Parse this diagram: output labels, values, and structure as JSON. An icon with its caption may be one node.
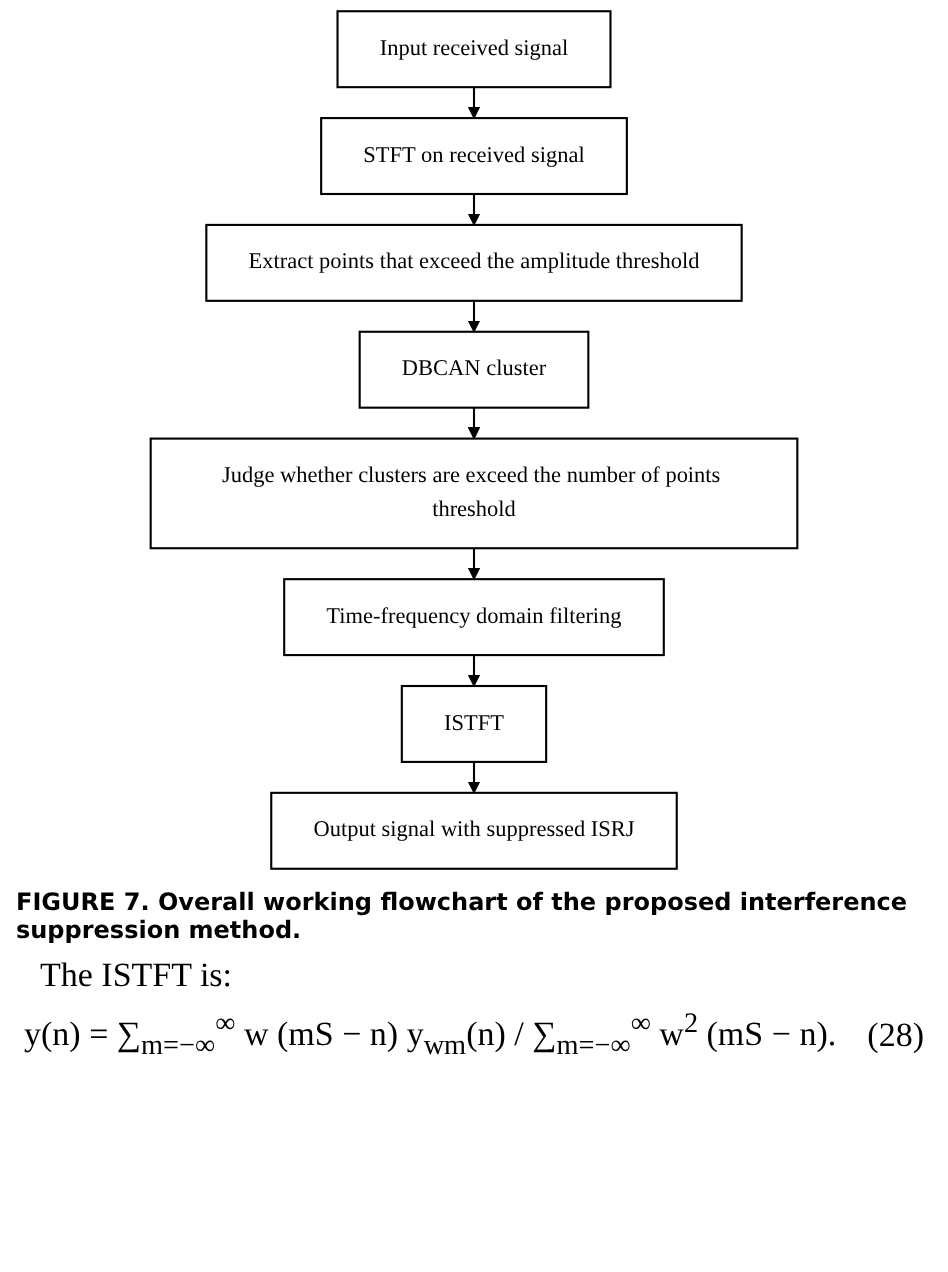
{
  "diagram": {
    "caption": "FIGURE 7. Overall working flowchart of the proposed interference suppression method.",
    "nodes": [
      {
        "text": [
          "Input received signal"
        ]
      },
      {
        "text": [
          "STFT on received signal"
        ]
      },
      {
        "text": [
          "Extract points that exceed the amplitude threshold"
        ]
      },
      {
        "text": [
          "DBCAN cluster"
        ]
      },
      {
        "text": [
          "Judge whether clusters are exceed the number of points threshold"
        ]
      },
      {
        "text": [
          "Time-frequency domain filtering"
        ]
      },
      {
        "text": [
          "ISTFT"
        ]
      },
      {
        "text": [
          "Output signal with suppressed ISRJ"
        ]
      }
    ],
    "edges": [
      {
        "from": 0,
        "to": 1,
        "arrow": "to"
      },
      {
        "from": 1,
        "to": 2,
        "arrow": "to"
      },
      {
        "from": 2,
        "to": 3,
        "arrow": "to"
      },
      {
        "from": 3,
        "to": 4,
        "arrow": "to"
      },
      {
        "from": 4,
        "to": 5,
        "arrow": "to"
      },
      {
        "from": 5,
        "to": 6,
        "arrow": "to"
      },
      {
        "from": 6,
        "to": 7,
        "arrow": "to"
      }
    ],
    "labels": [
      "The ISTFT is:",
      "y(n) = ∑$_{m=−∞}$$^{∞}$ w (mS − n) y$_{wm}$(n) / ∑$_{m=−∞}$$^{∞}$ w$^{2}$ (mS − n).",
      "(28)"
    ]
  }
}
